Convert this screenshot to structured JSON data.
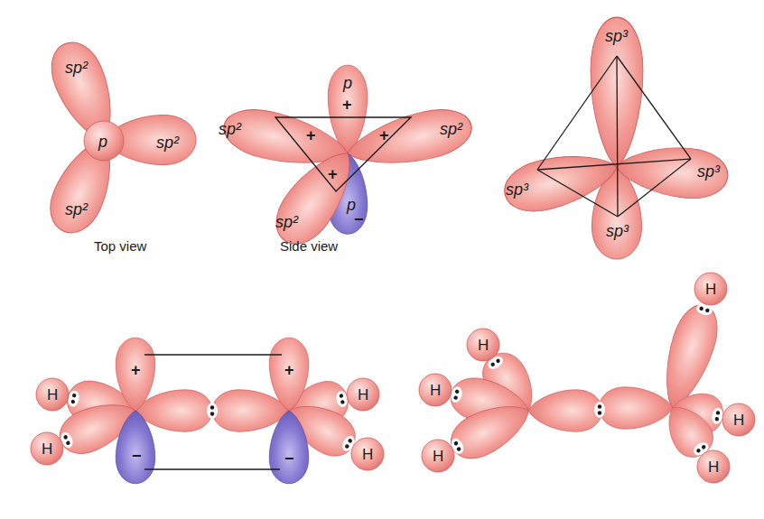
{
  "diagram": {
    "nodes": [
      {
        "text": [
          "H"
        ]
      },
      {
        "text": [
          "H"
        ]
      },
      {
        "text": [
          "H"
        ]
      },
      {
        "text": [
          "H"
        ]
      },
      {
        "text": [
          "H"
        ]
      },
      {
        "text": [
          "H"
        ]
      },
      {
        "text": [
          "H"
        ]
      },
      {
        "text": [
          "H"
        ]
      },
      {
        "text": [
          "H"
        ]
      },
      {
        "text": [
          "H"
        ]
      }
    ],
    "labels": [
      "sp²",
      "p",
      "sp²",
      "sp²",
      "Top view",
      "p",
      "+",
      "sp²",
      "sp²",
      "+",
      "+",
      "+",
      "sp²",
      "p",
      "−",
      "Side view",
      "sp³",
      "sp³",
      "sp³",
      "sp³",
      "+",
      "+",
      "−",
      "−"
    ]
  }
}
